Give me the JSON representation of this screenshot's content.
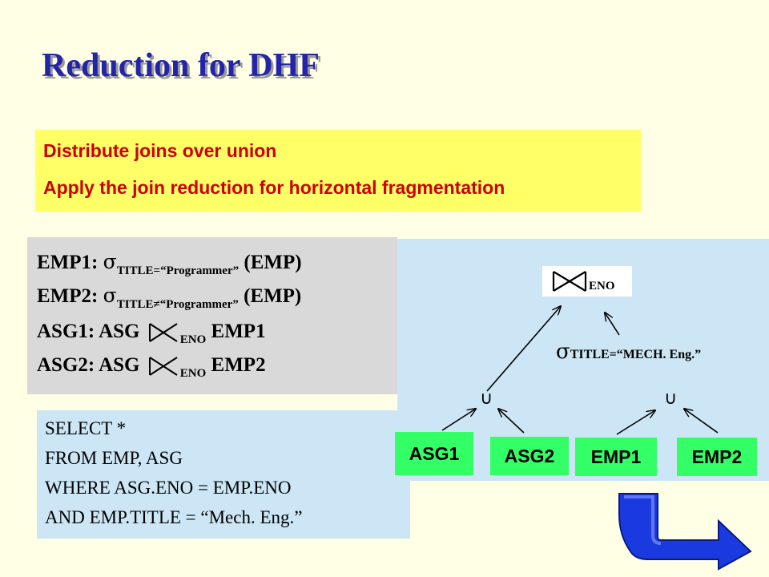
{
  "slide": {
    "title": "Reduction for DHF"
  },
  "notes": {
    "lines": [
      "Distribute joins over union",
      "Apply the join reduction for horizontal fragmentation"
    ]
  },
  "definitions": {
    "sigma": "σ",
    "emp1": {
      "name": "EMP1:",
      "subscript": "TITLE=“Programmer”",
      "relation": "(EMP)"
    },
    "emp2": {
      "name": "EMP2:",
      "subscript": "TITLE≠“Programmer”",
      "relation": "(EMP)"
    },
    "asg1": {
      "name": "ASG1: ASG",
      "subscript": "ENO",
      "right": "EMP1"
    },
    "asg2": {
      "name": "ASG2: ASG",
      "subscript": "ENO",
      "right": "EMP2"
    }
  },
  "query": {
    "lines": [
      "SELECT *",
      "FROM EMP, ASG",
      "WHERE ASG.ENO = EMP.ENO",
      "AND EMP.TITLE = “Mech. Eng.”"
    ]
  },
  "tree": {
    "root_join_subscript": "ENO",
    "selection_sigma": "σ",
    "selection_condition": "TITLE=“MECH. Eng.”",
    "union_symbol": "∪",
    "fragments": [
      "ASG1",
      "ASG2",
      "EMP1",
      "EMP2"
    ]
  },
  "colors": {
    "title": "#2424a8",
    "note_background": "#ffff66",
    "note_text": "#cc0000",
    "fragment_box": "#33ff66",
    "panel_blue": "#cce6f5",
    "nav_arrow": "#1a3ae0"
  }
}
